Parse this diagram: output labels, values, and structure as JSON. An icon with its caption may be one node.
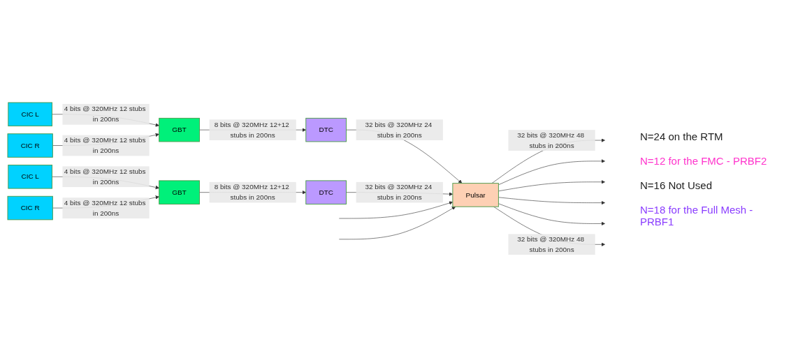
{
  "diagram": {
    "nodes": [
      {
        "text": [
          "CIC L"
        ]
      },
      {
        "text": [
          "CIC R"
        ]
      },
      {
        "text": [
          "GBT"
        ]
      },
      {
        "text": [
          "DTC"
        ]
      },
      {
        "text": [
          "Pulsar"
        ]
      },
      {
        "text": [
          "CIC L"
        ]
      },
      {
        "text": [
          "CIC R"
        ]
      },
      {
        "text": [
          "GBT"
        ]
      },
      {
        "text": [
          "DTC"
        ]
      }
    ],
    "edges": [
      {
        "from": 0,
        "to": 2,
        "arrow": "to",
        "label": "4 bits @ 320MHz 12 stubs in 200ns"
      },
      {
        "from": 1,
        "to": 2,
        "arrow": "to",
        "label": "4 bits @ 320MHz 12 stubs in 200ns"
      },
      {
        "from": 2,
        "to": 3,
        "arrow": "to",
        "label": "8 bits @ 320MHz 12+12 stubs in 200ns"
      },
      {
        "from": 3,
        "to": 4,
        "arrow": "to",
        "label": "32 bits @ 320MHz 24 stubs in 200ns"
      },
      {
        "from": 5,
        "to": 7,
        "arrow": "to",
        "label": "4 bits @ 320MHz 12 stubs in 200ns"
      },
      {
        "from": 6,
        "to": 7,
        "arrow": "to",
        "label": "4 bits @ 320MHz 12 stubs in 200ns"
      },
      {
        "from": 7,
        "to": 8,
        "arrow": "to",
        "label": "8 bits @ 320MHz 12+12 stubs in 200ns"
      },
      {
        "from": 8,
        "to": 4,
        "arrow": "to",
        "label": "32 bits @ 320MHz 24 stubs in 200ns"
      },
      {
        "from": null,
        "to": 4,
        "arrow": "to"
      },
      {
        "from": null,
        "to": 4,
        "arrow": "to"
      },
      {
        "from": 4,
        "to": null,
        "arrow": "to",
        "label": "32 bits @ 320MHz 48 stubs in 200ns"
      },
      {
        "from": 4,
        "to": null,
        "arrow": "to"
      },
      {
        "from": 4,
        "to": null,
        "arrow": "to"
      },
      {
        "from": 4,
        "to": null,
        "arrow": "to"
      },
      {
        "from": 4,
        "to": null,
        "arrow": "to"
      },
      {
        "from": 4,
        "to": null,
        "arrow": "to",
        "label": "32 bits @ 320MHz 48 stubs in 200ns"
      }
    ],
    "labels": [
      "N=24 on the RTM",
      "N=12 for the FMC - PRBF2",
      "N=16 Not Used",
      "N=18 for the Full Mesh - PRBF1"
    ]
  }
}
